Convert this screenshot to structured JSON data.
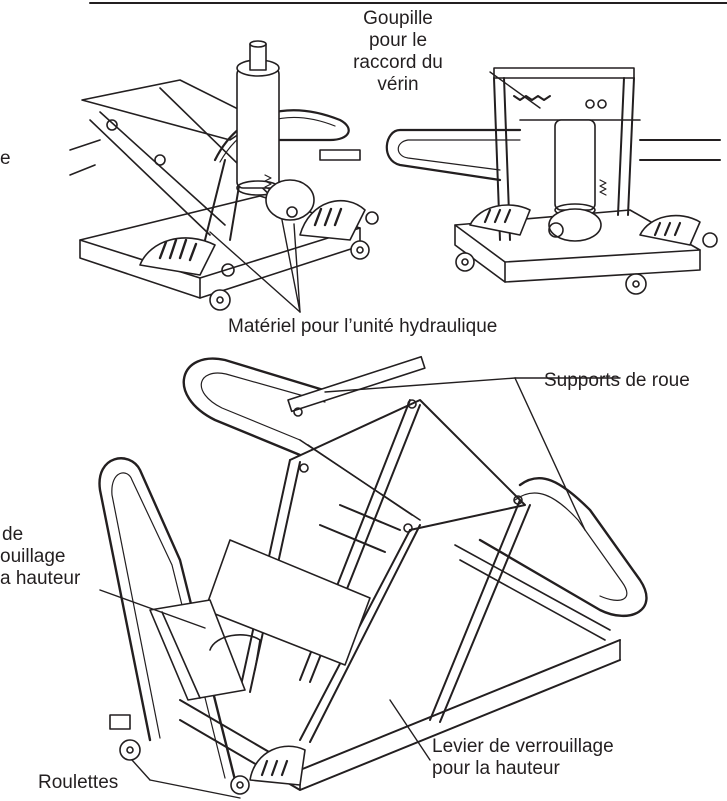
{
  "labels": {
    "pin": [
      "Goupille",
      "pour le",
      "raccord du",
      "vérin"
    ],
    "hydraulic_hardware": "Matériel pour l’unité hydraulique",
    "wheel_supports": "Supports de roue",
    "height_lock_bar_partial": [
      "de",
      "ouillage",
      "a hauteur"
    ],
    "height_lock_lever": [
      "Levier de verrouillage",
      "pour la hauteur"
    ],
    "casters": "Roulettes",
    "cut_left_letter": "e"
  },
  "colors": {
    "ink": "#231f20",
    "paper": "#ffffff",
    "shade": "#e6e6e6"
  }
}
